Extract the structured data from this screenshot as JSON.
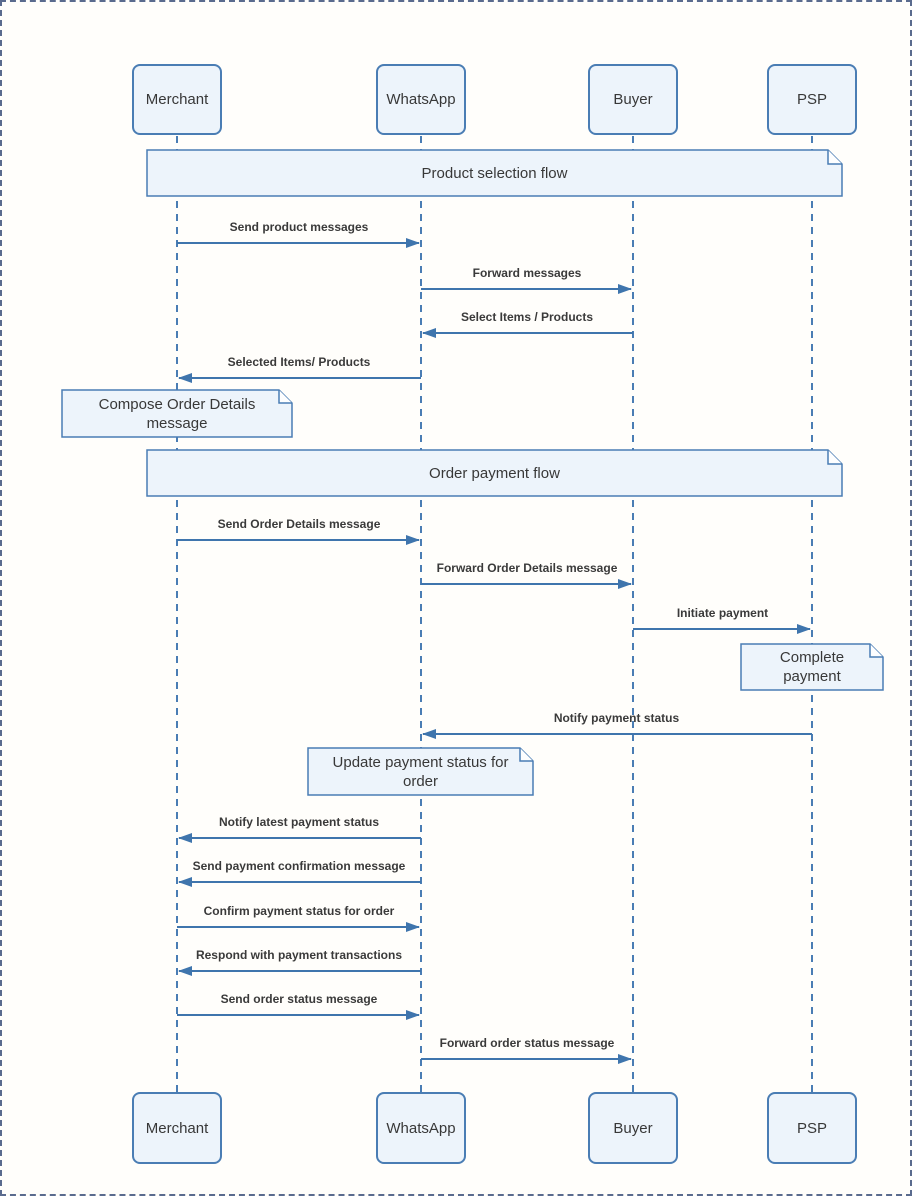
{
  "actors": [
    {
      "name": "Merchant"
    },
    {
      "name": "WhatsApp"
    },
    {
      "name": "Buyer"
    },
    {
      "name": "PSP"
    }
  ],
  "frames": [
    {
      "label": "Product selection flow"
    },
    {
      "label": "Order payment flow"
    }
  ],
  "notes": [
    {
      "text": "Compose Order Details message"
    },
    {
      "text": "Complete payment"
    },
    {
      "text": "Update payment status for order"
    }
  ],
  "messages": [
    {
      "label": "Send product messages",
      "from": "Merchant",
      "to": "WhatsApp"
    },
    {
      "label": "Forward messages",
      "from": "WhatsApp",
      "to": "Buyer"
    },
    {
      "label": "Select Items / Products",
      "from": "Buyer",
      "to": "WhatsApp"
    },
    {
      "label": "Selected Items/ Products",
      "from": "WhatsApp",
      "to": "Merchant"
    },
    {
      "label": "Send Order Details message",
      "from": "Merchant",
      "to": "WhatsApp"
    },
    {
      "label": "Forward Order Details message",
      "from": "WhatsApp",
      "to": "Buyer"
    },
    {
      "label": "Initiate payment",
      "from": "Buyer",
      "to": "PSP"
    },
    {
      "label": "Notify payment status",
      "from": "PSP",
      "to": "WhatsApp"
    },
    {
      "label": "Notify latest payment status",
      "from": "WhatsApp",
      "to": "Merchant"
    },
    {
      "label": "Send payment confirmation message",
      "from": "WhatsApp",
      "to": "Merchant"
    },
    {
      "label": "Confirm payment status for order",
      "from": "Merchant",
      "to": "WhatsApp"
    },
    {
      "label": "Respond with payment transactions",
      "from": "WhatsApp",
      "to": "Merchant"
    },
    {
      "label": "Send order status message",
      "from": "Merchant",
      "to": "WhatsApp"
    },
    {
      "label": "Forward order status message",
      "from": "WhatsApp",
      "to": "Buyer"
    }
  ],
  "colors": {
    "shape_fill": "#edf4fb",
    "shape_stroke": "#4a7db4",
    "arrow": "#3f75ad",
    "label_text": "#3a3a3a",
    "page_border": "#5a6b8e"
  }
}
